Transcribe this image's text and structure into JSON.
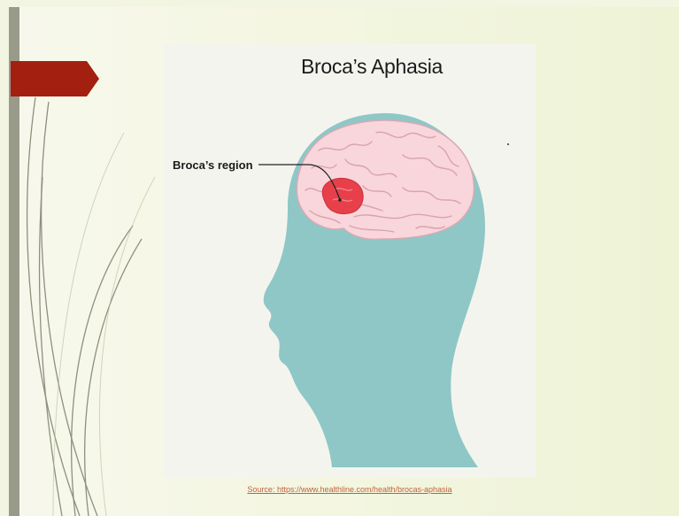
{
  "slide": {
    "title": "Broca’s Aphasia",
    "region_label": "Broca’s region",
    "source": "Source: https://www.healthline.com/health/brocas-aphasia"
  },
  "colors": {
    "background": "#f4f6e1",
    "arrow_tab": "#a31f0f",
    "head": "#8ec7c6",
    "brain": "#f8d6dc",
    "broca_region": "#e8404a",
    "source_link": "#c0623a"
  },
  "icons": {
    "arrow_tab": "red-arrow-tab-icon",
    "head": "head-silhouette-icon",
    "brain": "brain-icon"
  }
}
